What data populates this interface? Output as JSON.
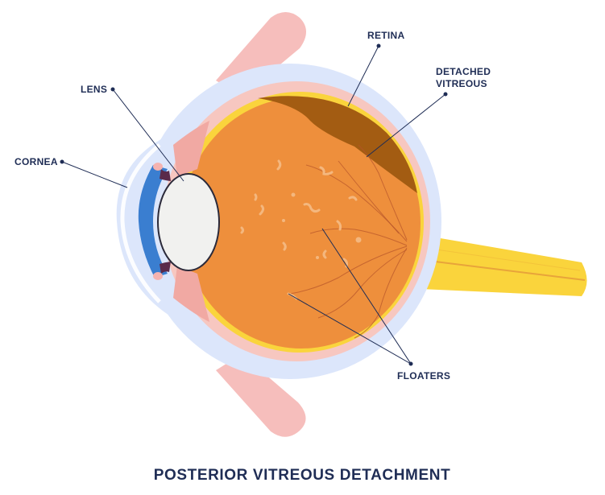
{
  "title": "POSTERIOR VITREOUS DETACHMENT",
  "labels": {
    "retina": "RETINA",
    "detached_line1": "DETACHED",
    "detached_line2": "VITREOUS",
    "lens": "LENS",
    "cornea": "CORNEA",
    "floaters": "FLOATERS"
  },
  "colors": {
    "sclera_outer": "#dce6fb",
    "choroid": "#f7c7c0",
    "retina": "#fad43c",
    "vitreous": "#ee8f3c",
    "detached_gap": "#a35c12",
    "lens": "#f1f1ef",
    "iris": "#3a7ed0",
    "muscle": "#f5b3b0",
    "text": "#1f2d55"
  }
}
